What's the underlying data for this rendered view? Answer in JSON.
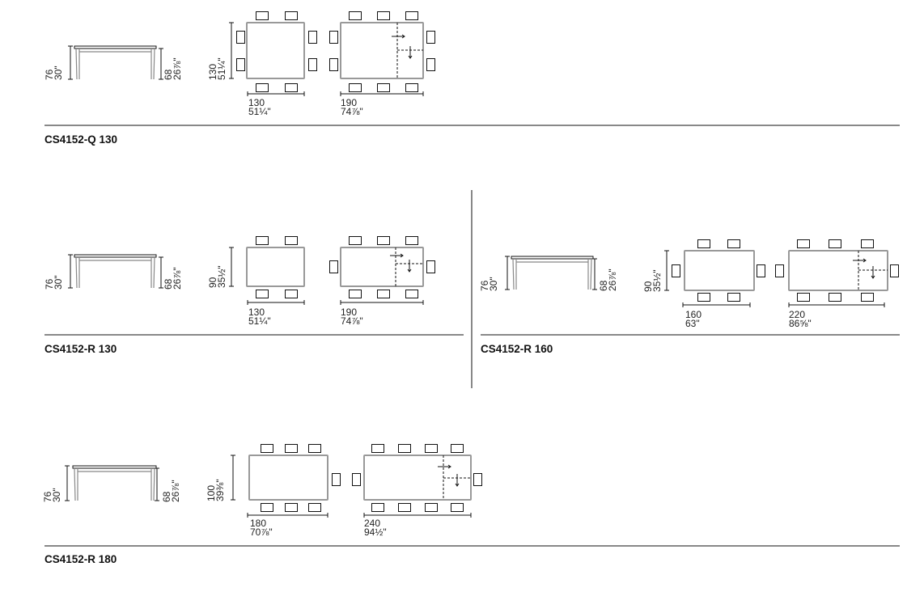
{
  "sections": [
    {
      "title": "CS4152-Q 130",
      "side": {
        "height": [
          "76",
          "30\""
        ],
        "frame": [
          "68",
          "26⅞\""
        ]
      },
      "plans": [
        {
          "depth": [
            "130",
            "51¼\""
          ],
          "width": [
            "130",
            "51¼\""
          ]
        },
        {
          "width": [
            "190",
            "74⅞\""
          ]
        }
      ]
    },
    {
      "title": "CS4152-R 130",
      "side": {
        "height": [
          "76",
          "30\""
        ],
        "frame": [
          "68",
          "26⅞\""
        ]
      },
      "plans": [
        {
          "depth": [
            "90",
            "35½\""
          ],
          "width": [
            "130",
            "51¼\""
          ]
        },
        {
          "width": [
            "190",
            "74⅞\""
          ]
        }
      ]
    },
    {
      "title": "CS4152-R 160",
      "side": {
        "height": [
          "76",
          "30\""
        ],
        "frame": [
          "68",
          "26⅞\""
        ]
      },
      "plans": [
        {
          "depth": [
            "90",
            "35½\""
          ],
          "width": [
            "160",
            "63\""
          ]
        },
        {
          "width": [
            "220",
            "86⅝\""
          ]
        }
      ]
    },
    {
      "title": "CS4152-R 180",
      "side": {
        "height": [
          "76",
          "30\""
        ],
        "frame": [
          "68",
          "26⅞\""
        ]
      },
      "plans": [
        {
          "depth": [
            "100",
            "39⅜\""
          ],
          "width": [
            "180",
            "70⅞\""
          ]
        },
        {
          "width": [
            "240",
            "94½\""
          ]
        }
      ]
    }
  ],
  "colors": {
    "line": "#111111",
    "table_outline": "#999999"
  }
}
